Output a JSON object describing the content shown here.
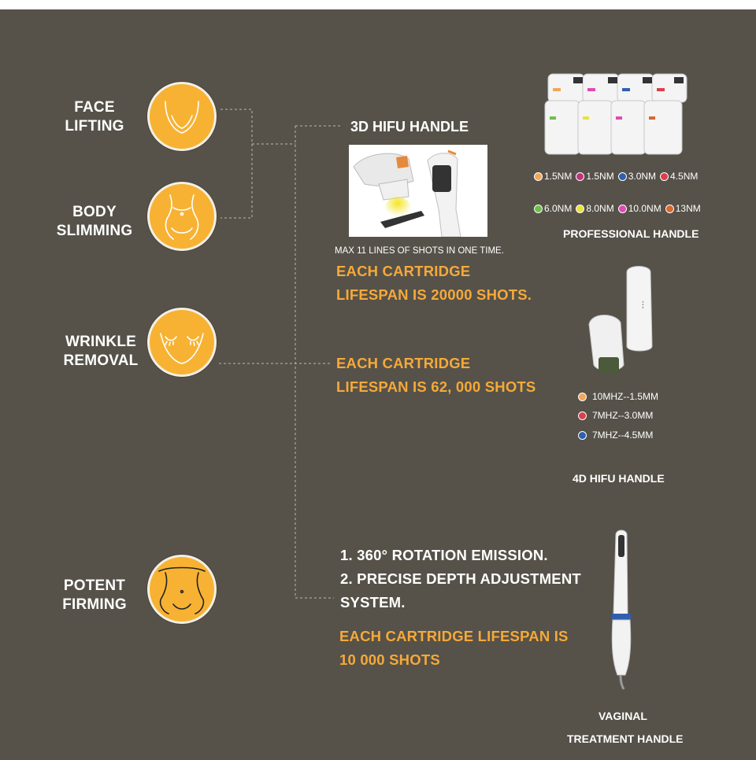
{
  "treatments": [
    {
      "line1": "FACE",
      "line2": "LIFTING",
      "icon": "face-outline-icon"
    },
    {
      "line1": "BODY",
      "line2": "SLIMMING",
      "icon": "waist-outline-icon"
    },
    {
      "line1": "WRINKLE",
      "line2": "REMOVAL",
      "icon": "eyes-outline-icon"
    },
    {
      "line1": "POTENT",
      "line2": "FIRMING",
      "icon": "torso-outline-icon"
    }
  ],
  "hifu3d": {
    "title": "3D HIFU HANDLE",
    "max_lines": "MAX 11 LINES OF SHOTS IN ONE TIME.",
    "lifespan_1": "EACH CARTRIDGE",
    "lifespan_2": "LIFESPAN IS 20000 SHOTS."
  },
  "professional": {
    "caption": "PROFESSIONAL HANDLE",
    "cartridges": [
      {
        "label": "1.5NM",
        "color": "#f2a65a"
      },
      {
        "label": "1.5NM",
        "color": "#c0327a"
      },
      {
        "label": "3.0NM",
        "color": "#2f5fb0"
      },
      {
        "label": "4.5NM",
        "color": "#d9404a"
      },
      {
        "label": "6.0NM",
        "color": "#6cc04a"
      },
      {
        "label": "8.0NM",
        "color": "#e8e23a"
      },
      {
        "label": "10.0NM",
        "color": "#e04ab4"
      },
      {
        "label": "13NM",
        "color": "#d8682e"
      }
    ]
  },
  "hifu4d": {
    "lifespan_1": "EACH CARTRIDGE",
    "lifespan_2": "LIFESPAN IS 62, 000 SHOTS",
    "caption": "4D HIFU  HANDLE",
    "frequencies": [
      {
        "label": "10MHZ--1.5MM",
        "color": "#f2a65a"
      },
      {
        "label": "7MHZ--3.0MM",
        "color": "#d9404a"
      },
      {
        "label": "7MHZ--4.5MM",
        "color": "#2f5fb0"
      }
    ]
  },
  "vaginal": {
    "feature_1": "1. 360° ROTATION EMISSION.",
    "feature_2": "2. PRECISE DEPTH ADJUSTMENT",
    "feature_3": "SYSTEM.",
    "lifespan_1": "EACH CARTRIDGE LIFESPAN IS",
    "lifespan_2": "10 000 SHOTS",
    "caption_1": "VAGINAL",
    "caption_2": "TREATMENT HANDLE"
  }
}
